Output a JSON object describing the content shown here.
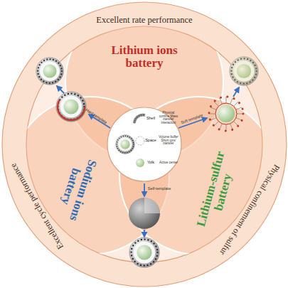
{
  "diagram": {
    "nodes": [
      {
        "text": [
          "Excellent rate performance",
          "Physical confinement of sulfur",
          "Excellent cycle performance"
        ]
      },
      {
        "text": [
          "Lithium ions battery"
        ],
        "in": 0
      },
      {
        "text": [
          "Sodium ions battery"
        ],
        "in": 0
      },
      {
        "text": [
          "Lithium-sulfur battery"
        ],
        "in": 0
      },
      {
        "text": [
          "Shell",
          "Physical confine Mass transfer interaction",
          "Space",
          "Volume buffer Short ions' transfer",
          "Yolk",
          "Active center"
        ],
        "in": 0
      }
    ],
    "labels": [
      "Hard template",
      "Soft template",
      "Self-template"
    ]
  }
}
